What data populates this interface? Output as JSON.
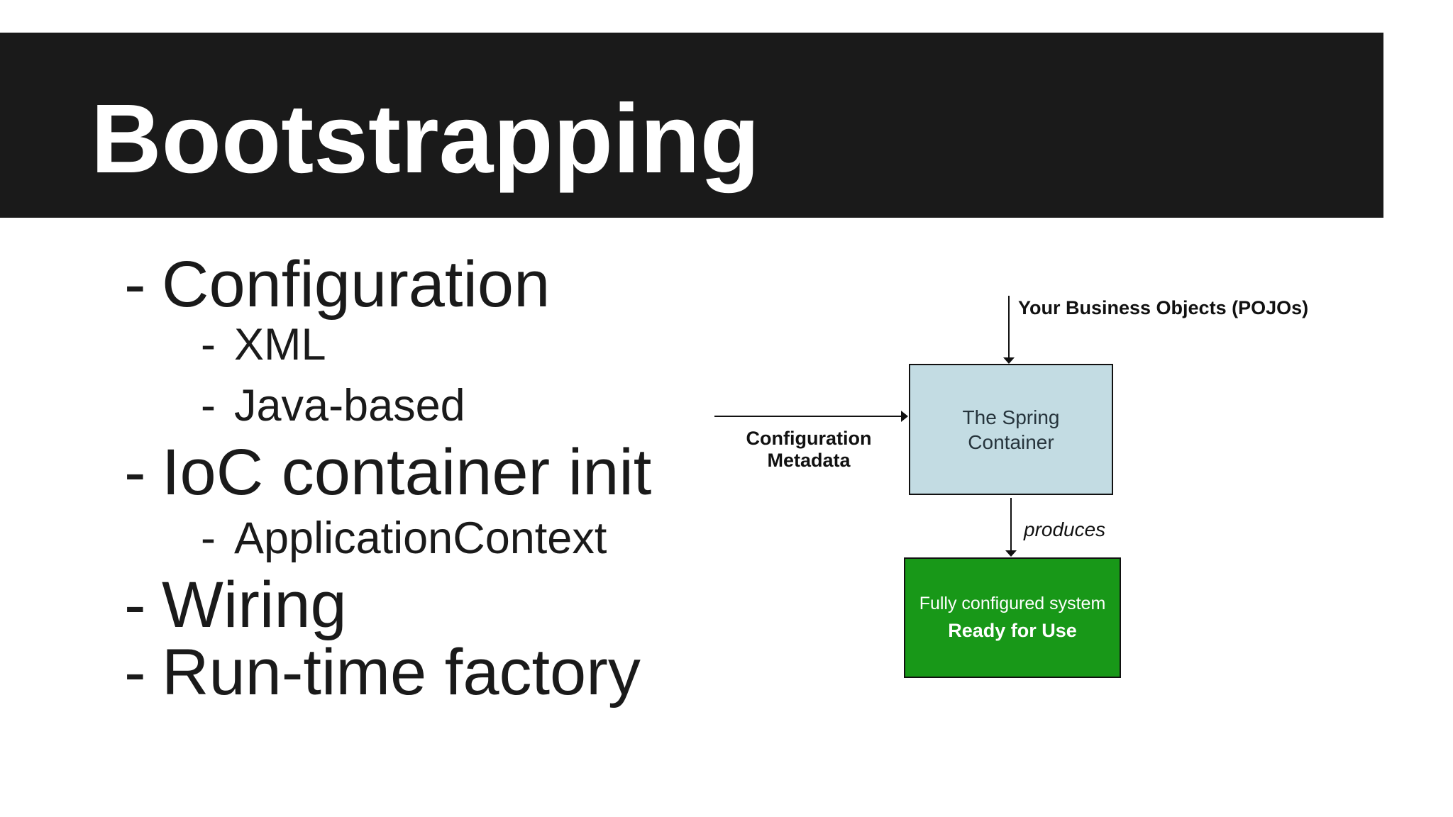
{
  "slide": {
    "title": "Bootstrapping",
    "bullet_marker": "-",
    "bullets": [
      {
        "level": 1,
        "text": "Configuration"
      },
      {
        "level": 2,
        "text": "XML"
      },
      {
        "level": 2,
        "text": "Java-based"
      },
      {
        "level": 1,
        "text": "IoC container init"
      },
      {
        "level": 2,
        "text": "ApplicationContext"
      },
      {
        "level": 1,
        "text": "Wiring"
      },
      {
        "level": 1,
        "text": "Run-time factory"
      }
    ]
  },
  "diagram": {
    "pojos_label": "Your Business Objects (POJOs)",
    "config_metadata_label": {
      "line1": "Configuration",
      "line2": "Metadata"
    },
    "spring_container_box": {
      "line1": "The Spring",
      "line2": "Container"
    },
    "produces_label": "produces",
    "result_box": {
      "line1": "Fully configured system",
      "line2": "Ready for Use"
    },
    "colors": {
      "header_bar": "#1a1a1a",
      "title_text": "#ffffff",
      "body_text": "#1a1a1a",
      "container_fill": "#c3dce3",
      "result_fill": "#189818",
      "result_text": "#ffffff",
      "line_color": "#111111"
    }
  }
}
